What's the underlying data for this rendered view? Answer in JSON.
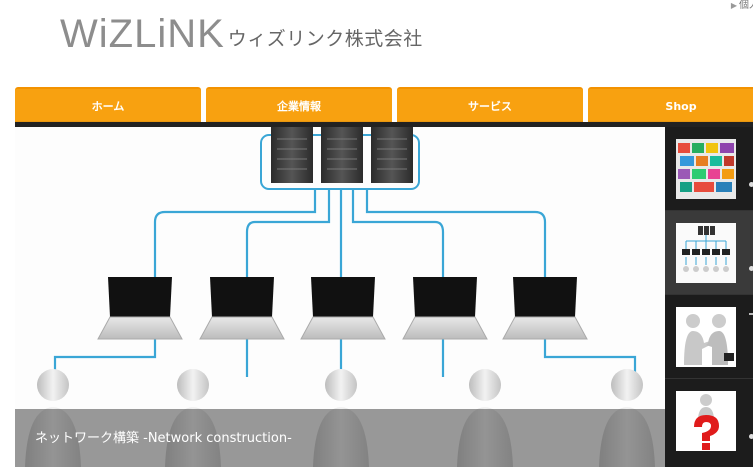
{
  "header": {
    "logo_mark": "WiZLiNK",
    "company_name": "ウィズリンク株式会社",
    "top_link": "個人"
  },
  "nav": {
    "items": [
      {
        "label": "ホーム"
      },
      {
        "label": "企業情報"
      },
      {
        "label": "サービス"
      },
      {
        "label": "Shop"
      }
    ]
  },
  "slider": {
    "caption": "ネットワーク構築 -Network construction-"
  },
  "thumbnails": [
    {
      "subject": "keyboard"
    },
    {
      "subject": "network"
    },
    {
      "subject": "handshake"
    },
    {
      "subject": "question"
    }
  ],
  "colors": {
    "nav_orange": "#f8a110",
    "nav_bar": "#222222",
    "side_bg": "#1c1c1c",
    "cable_blue": "#3aa6d6"
  }
}
